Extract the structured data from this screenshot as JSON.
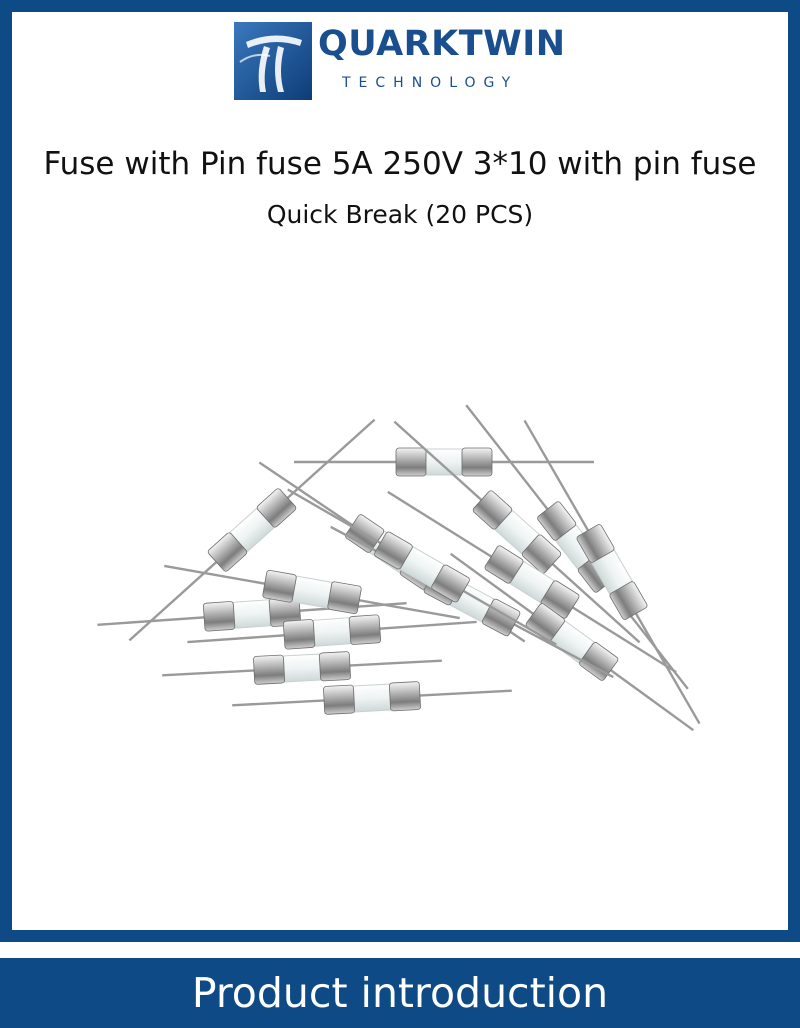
{
  "brand": {
    "name": "QUARKTWIN",
    "tagline": "TECHNOLOGY",
    "logo_color": "#1a4f8f"
  },
  "product": {
    "title": "Fuse with Pin fuse 5A 250V 3*10 with pin fuse",
    "subtitle": "Quick Break (20 PCS)",
    "image_icon": "glass-tube-fuses-photo"
  },
  "footer": {
    "label": "Product introduction",
    "band_color": "#0d4a86"
  }
}
